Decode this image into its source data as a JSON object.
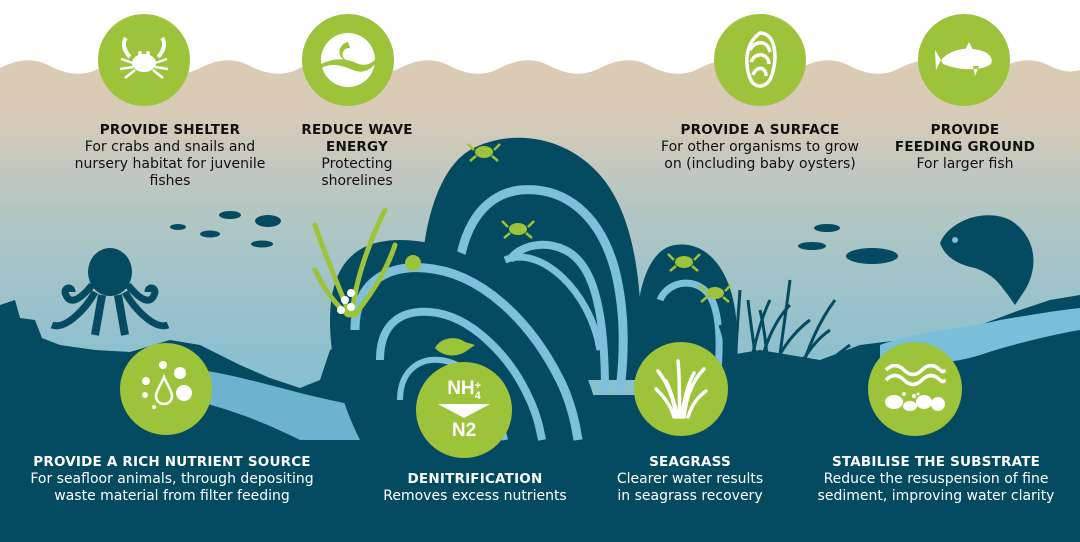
{
  "colors": {
    "sky": "#ffffff",
    "sand": "#ddcbb3",
    "water_top": "#b2c6c3",
    "water_bottom": "#79bfda",
    "deep": "#044a60",
    "shell_light": "#7ec0da",
    "accent_green": "#9dc33b"
  },
  "benefits_top": [
    {
      "id": "shelter",
      "icon": "crab-icon",
      "title": "PROVIDE SHELTER",
      "desc_lines": [
        "For crabs and snails and",
        "nursery habitat for juvenile fishes"
      ]
    },
    {
      "id": "wave",
      "icon": "wave-icon",
      "title_lines": [
        "REDUCE WAVE",
        "ENERGY"
      ],
      "desc_lines": [
        "Protecting",
        "shorelines"
      ]
    },
    {
      "id": "surface",
      "icon": "oyster-shell-icon",
      "title": "PROVIDE A SURFACE",
      "desc_lines": [
        "For other organisms to grow",
        "on (including baby oysters)"
      ]
    },
    {
      "id": "feeding",
      "icon": "fish-icon",
      "title_lines": [
        "PROVIDE",
        "FEEDING GROUND"
      ],
      "desc_lines": [
        "For larger fish"
      ]
    }
  ],
  "benefits_bottom": [
    {
      "id": "nutrient",
      "icon": "nutrient-droplet-icon",
      "title": "PROVIDE A RICH NUTRIENT SOURCE",
      "desc_lines": [
        "For seafloor animals, through depositing",
        "waste material from filter feeding"
      ]
    },
    {
      "id": "denitrification",
      "icon": "nh4-to-n2-icon",
      "icon_text": {
        "top": "NH",
        "sup": "+",
        "sub": "4",
        "bottom": "N2"
      },
      "title": "DENITRIFICATION",
      "desc_lines": [
        "Removes excess nutrients"
      ]
    },
    {
      "id": "seagrass",
      "icon": "seagrass-icon",
      "title": "SEAGRASS",
      "desc_lines": [
        "Clearer water results",
        "in seagrass recovery"
      ]
    },
    {
      "id": "substrate",
      "icon": "substrate-icon",
      "title": "STABILISE THE SUBSTRATE",
      "desc_lines": [
        "Reduce the resuspension of fine",
        "sediment, improving water clarity"
      ]
    }
  ]
}
